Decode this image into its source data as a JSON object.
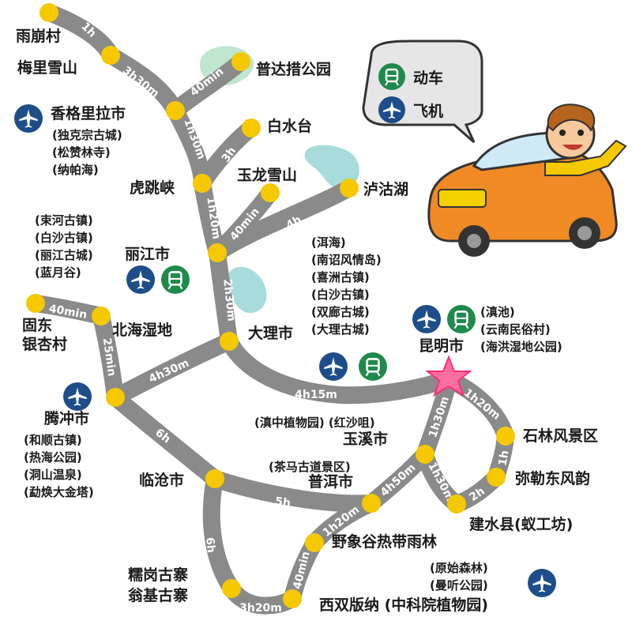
{
  "legend": {
    "train": "动车",
    "plane": "飞机"
  },
  "places": {
    "yubeng": "雨崩村",
    "meili": "梅里雪山",
    "pudacuo": "普达措公园",
    "shangri": "香格里拉市",
    "shangri_sub": [
      "(独克宗古城)",
      "(松赞林寺)",
      "(纳帕海)"
    ],
    "baishuitai": "白水台",
    "tiger": "虎跳峡",
    "yulong": "玉龙雪山",
    "lugu": "泸沽湖",
    "lijiang": "丽江市",
    "lijiang_sub": [
      "(束河古镇)",
      "(白沙古镇)",
      "(丽江古城)",
      "(蓝月谷)"
    ],
    "dali": "大理市",
    "dali_sub": [
      "(洱海)",
      "(南诏风情岛)",
      "(喜洲古镇)",
      "(白沙古镇)",
      "(双廊古城)",
      "(大理古城)"
    ],
    "gudong": [
      "固东",
      "银杏村"
    ],
    "beihai": "北海湿地",
    "kunming": "昆明市",
    "kunming_sub": [
      "(滇池)",
      "(云南民俗村)",
      "(海洪湿地公园)"
    ],
    "tengchong": "腾冲市",
    "tengchong_sub": [
      "(和顺古镇)",
      "(热海公园)",
      "(洞山温泉)",
      "(勐焕大金塔)"
    ],
    "yuxi_sub": "(滇中植物园)  (红沙咀)",
    "yuxi": "玉溪市",
    "shilin": "石林风景区",
    "mile": "弥勒东风韵",
    "jianshui": "建水县(蚁工坊)",
    "puer_sub": "(茶马古道景区)",
    "puer": "普洱市",
    "lincang": "临沧市",
    "nuogang": [
      "糯岗古寨",
      "翁基古寨"
    ],
    "yexianggu": "野象谷热带雨林",
    "xsbn_sub": [
      "(原始森林)",
      "(曼听公园)"
    ],
    "xsbn": "西双版纳  (中科院植物园)"
  },
  "durations": {
    "yubeng_meili": "1h",
    "meili_shangri": "3h30m",
    "pudacuo_shangri": "40min",
    "shangri_tiger": "1h30m",
    "baishuitai_tiger": "3h",
    "tiger_lijiang": "1h20m",
    "yulong_lijiang": "40min",
    "lugu_lijiang": "4h",
    "lijiang_dali": "2h30m",
    "gudong_beihai": "40min",
    "beihai_tengchong": "25min",
    "tengchong_dali": "4h30m",
    "dali_kunming": "4h15m",
    "kunming_shilin": "1h20m",
    "shilin_mile": "1h",
    "mile_jianshui": "2h",
    "kunming_yuxi": "1h30m",
    "yuxi_jianshui": "1h30m",
    "yuxi_puer": "4h50m",
    "tengchong_lincang": "6h",
    "lincang_puer": "5h",
    "lincang_nuogang": "6h",
    "nuogang_xsbn": "3h20m",
    "puer_yexianggu": "1h20m",
    "yexianggu_xsbn": "40min"
  },
  "colors": {
    "road": "#8a8a8a",
    "dot": "#f5c800",
    "lake": "#a8dcdc",
    "train": "#1f8a4c",
    "plane": "#1d4e8a",
    "star": "#ff5f93"
  }
}
